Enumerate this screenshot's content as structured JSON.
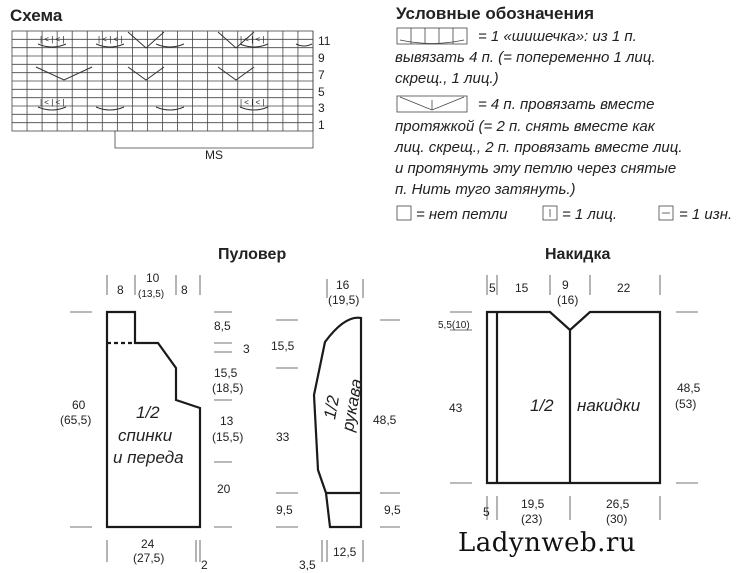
{
  "scheme": {
    "title": "Схема",
    "row_numbers": [
      "11",
      "9",
      "7",
      "5",
      "3",
      "1"
    ],
    "repeat_label": "MS"
  },
  "legend": {
    "title": "Условные обозначения",
    "lines": [
      "= 1 «шишечка»: из 1 п.",
      "вывязать 4 п. (= попеременно 1 лиц.",
      "скрещ., 1 лиц.)",
      "= 4 п. провязать вместе",
      "протяжкой (= 2 п. снять вместе как",
      "лиц. скрещ., 2 п. провязать вместе лиц.",
      "и протянуть эту петлю через снятые",
      "п. Нить туго затянуть.)"
    ],
    "keys": [
      {
        "label": "= нет петли"
      },
      {
        "label": "= 1 лиц."
      },
      {
        "label": "= 1 изн."
      }
    ]
  },
  "pullover": {
    "title": "Пуловер",
    "body_label": [
      "1/2",
      "спинки",
      "и переда"
    ],
    "sleeve_label": [
      "1/2",
      "рукава"
    ],
    "dims": {
      "top_8_left": "8",
      "top_10": "10",
      "top_13_5": "(13,5)",
      "top_8_right": "8",
      "r_8_5": "8,5",
      "r_3": "3",
      "r_15_5": "15,5",
      "r_18_5": "(18,5)",
      "r_13": "13",
      "r_15_5b": "(15,5)",
      "r_20": "20",
      "l_60": "60",
      "l_65_5": "(65,5)",
      "b_24": "24",
      "b_27_5": "(27,5)",
      "b_2": "2",
      "s_16": "16",
      "s_19_5": "(19,5)",
      "s_15_5": "15,5",
      "s_33": "33",
      "s_9_5_left": "9,5",
      "s_48_5": "48,5",
      "s_9_5_right": "9,5",
      "s_3_5": "3,5",
      "s_12_5": "12,5"
    }
  },
  "cape": {
    "title": "Накидка",
    "label_left": "1/2",
    "label_right": "накидки",
    "dims": {
      "t_5": "5",
      "t_15": "15",
      "t_9": "9",
      "t_16": "(16)",
      "t_22": "22",
      "l_5_5": "5,5(10)",
      "l_43": "43",
      "r_48_5": "48,5",
      "r_53": "(53)",
      "b_5": "5",
      "b_19_5": "19,5",
      "b_23": "(23)",
      "b_26_5": "26,5",
      "b_30": "(30)"
    }
  },
  "watermark": "Ladynweb.ru"
}
